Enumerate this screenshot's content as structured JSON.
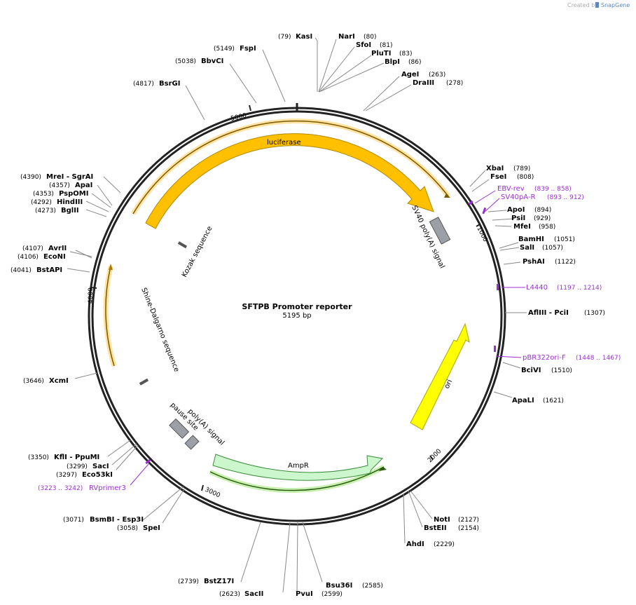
{
  "credit": {
    "text": "Created by",
    "brand": "SnapGene"
  },
  "plasmid": {
    "name": "SFTPB Promoter reporter",
    "length_label": "5195 bp",
    "length": 5195
  },
  "ticks": [
    {
      "label": "1000",
      "pos": 1000
    },
    {
      "label": "2000",
      "pos": 2000
    },
    {
      "label": "3000",
      "pos": 3000
    },
    {
      "label": "4000",
      "pos": 4000
    },
    {
      "label": "5000",
      "pos": 5000
    }
  ],
  "features": [
    {
      "name": "luciferase",
      "label": "luciferase",
      "type": "cds",
      "color": "#ffc000",
      "highlight": true
    },
    {
      "name": "ori",
      "label": "ori",
      "type": "rep_origin",
      "color": "#ffff00"
    },
    {
      "name": "AmpR",
      "label": "AmpR",
      "type": "cds",
      "color": "#ccf7cc",
      "highlight": true
    },
    {
      "name": "sv40-polya",
      "label": "SV40 poly(A) signal",
      "type": "polyA",
      "color": "#9aa0a6"
    },
    {
      "name": "polya-signal",
      "label": "poly(A) signal",
      "type": "polyA",
      "color": "#9aa0a6"
    },
    {
      "name": "pause-site",
      "label": "pause site",
      "type": "misc",
      "color": "#9aa0a6"
    },
    {
      "name": "kozak",
      "label": "Kozak sequence",
      "type": "misc",
      "color": "#555555"
    },
    {
      "name": "shine-dalgarno",
      "label": "Shine-Dalgarno sequence",
      "type": "rbs",
      "color": "#555555"
    },
    {
      "name": "left-orf",
      "label": "",
      "type": "orf",
      "color": "#ffc000"
    }
  ],
  "enzymes": [
    {
      "name": "KasI",
      "pos": "(79)",
      "side": "right"
    },
    {
      "name": "NarI",
      "pos": "(80)",
      "side": "right"
    },
    {
      "name": "SfoI",
      "pos": "(81)",
      "side": "right"
    },
    {
      "name": "PluTI",
      "pos": "(83)",
      "side": "right"
    },
    {
      "name": "BlpI",
      "pos": "(86)",
      "side": "right"
    },
    {
      "name": "AgeI",
      "pos": "(263)",
      "side": "right"
    },
    {
      "name": "DraIII",
      "pos": "(278)",
      "side": "right"
    },
    {
      "name": "XbaI",
      "pos": "(789)",
      "side": "right"
    },
    {
      "name": "FseI",
      "pos": "(808)",
      "side": "right"
    },
    {
      "name": "ApoI",
      "pos": "(894)",
      "side": "right"
    },
    {
      "name": "PsiI",
      "pos": "(929)",
      "side": "right"
    },
    {
      "name": "MfeI",
      "pos": "(958)",
      "side": "right"
    },
    {
      "name": "BamHI",
      "pos": "(1051)",
      "side": "right"
    },
    {
      "name": "SalI",
      "pos": "(1057)",
      "side": "right"
    },
    {
      "name": "PshAI",
      "pos": "(1122)",
      "side": "right"
    },
    {
      "name": "AflIII - PciI",
      "pos": "(1307)",
      "side": "right"
    },
    {
      "name": "BciVI",
      "pos": "(1510)",
      "side": "right"
    },
    {
      "name": "ApaLI",
      "pos": "(1621)",
      "side": "right"
    },
    {
      "name": "NotI",
      "pos": "(2127)",
      "side": "right"
    },
    {
      "name": "BstEII",
      "pos": "(2154)",
      "side": "right"
    },
    {
      "name": "AhdI",
      "pos": "(2229)",
      "side": "right"
    },
    {
      "name": "Bsu36I",
      "pos": "(2585)",
      "side": "right"
    },
    {
      "name": "PvuI",
      "pos": "(2599)",
      "side": "right"
    },
    {
      "name": "SacII",
      "pos": "(2623)",
      "side": "left"
    },
    {
      "name": "BstZ17I",
      "pos": "(2739)",
      "side": "left"
    },
    {
      "name": "SpeI",
      "pos": "(3058)",
      "side": "left"
    },
    {
      "name": "BsmBI - Esp3I",
      "pos": "(3071)",
      "side": "left"
    },
    {
      "name": "Eco53kI",
      "pos": "(3297)",
      "side": "left"
    },
    {
      "name": "SacI",
      "pos": "(3299)",
      "side": "left"
    },
    {
      "name": "KflI - PpuMI",
      "pos": "(3350)",
      "side": "left"
    },
    {
      "name": "XcmI",
      "pos": "(3646)",
      "side": "left"
    },
    {
      "name": "BstAPI",
      "pos": "(4041)",
      "side": "left"
    },
    {
      "name": "EcoNI",
      "pos": "(4106)",
      "side": "left"
    },
    {
      "name": "AvrII",
      "pos": "(4107)",
      "side": "left"
    },
    {
      "name": "BglII",
      "pos": "(4273)",
      "side": "left"
    },
    {
      "name": "HindIII",
      "pos": "(4292)",
      "side": "left"
    },
    {
      "name": "PspOMI",
      "pos": "(4353)",
      "side": "left"
    },
    {
      "name": "ApaI",
      "pos": "(4357)",
      "side": "left"
    },
    {
      "name": "MreI - SgrAI",
      "pos": "(4390)",
      "side": "left"
    },
    {
      "name": "BsrGI",
      "pos": "(4817)",
      "side": "left"
    },
    {
      "name": "BbvCI",
      "pos": "(5038)",
      "side": "left"
    },
    {
      "name": "FspI",
      "pos": "(5149)",
      "side": "left"
    }
  ],
  "primers": [
    {
      "name": "EBV-rev",
      "range": "(839 .. 858)"
    },
    {
      "name": "SV40pA-R",
      "range": "(893 .. 912)"
    },
    {
      "name": "L4440",
      "range": "(1197 .. 1214)"
    },
    {
      "name": "pBR322ori-F",
      "range": "(1448 .. 1467)"
    },
    {
      "name": "RVprimer3",
      "range": "(3223 .. 3242)"
    }
  ]
}
